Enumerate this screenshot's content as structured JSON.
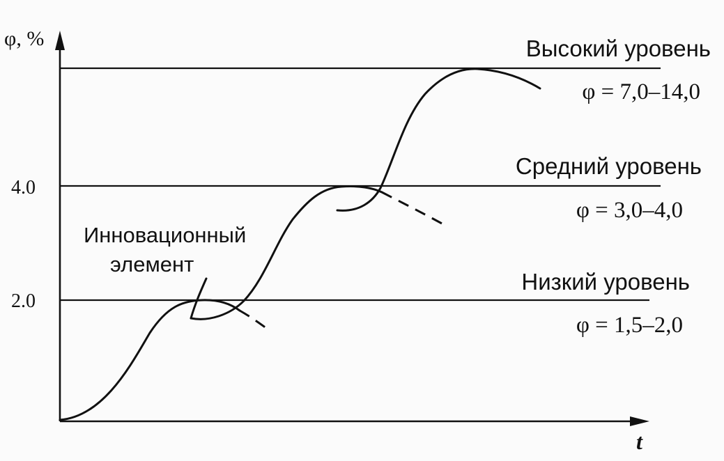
{
  "diagram": {
    "y_axis_label": "φ, %",
    "x_axis_label": "t",
    "ticks": [
      "4.0",
      "2.0"
    ],
    "levels": [
      {
        "name": "Высокий уровень",
        "range": "φ = 7,0–14,0"
      },
      {
        "name": "Средний уровень",
        "range": "φ = 3,0–4,0"
      },
      {
        "name": "Низкий уровень",
        "range": "φ = 1,5–2,0"
      }
    ],
    "annotation": {
      "line1": "Инновационный",
      "line2": "элемент"
    }
  }
}
